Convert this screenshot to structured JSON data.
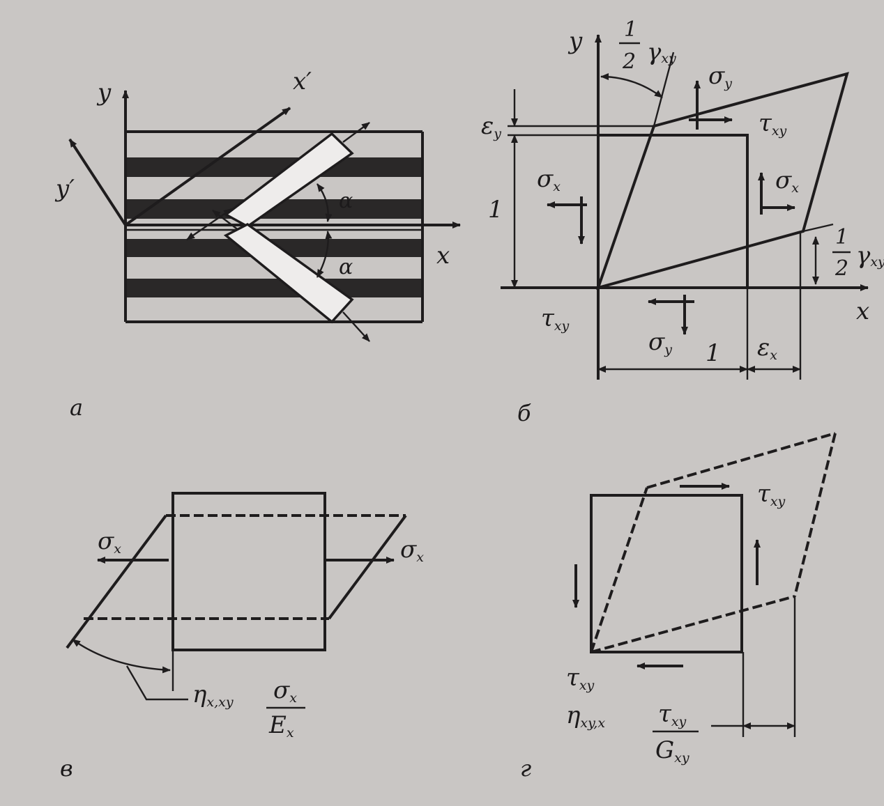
{
  "panels": {
    "a": {
      "caption": "а",
      "axis_y": "y",
      "axis_x": "x",
      "axis_x_prime": "x′",
      "axis_y_prime": "y′",
      "angle_upper": "α",
      "angle_lower": "α"
    },
    "b": {
      "caption": "б",
      "axis_y": "y",
      "axis_x": "x",
      "gamma_frac_num": "1",
      "gamma_frac_den": "2",
      "gamma_main": "γ",
      "gamma_sub": "xy",
      "sigma_y_top_main": "σ",
      "sigma_y_top_sub": "y",
      "tau_top_main": "τ",
      "tau_top_sub": "xy",
      "eps_y_main": "ε",
      "eps_y_sub": "y",
      "sigma_x_left_main": "σ",
      "sigma_x_left_sub": "x",
      "sigma_x_right_main": "σ",
      "sigma_x_right_sub": "x",
      "one_vertical": "1",
      "tau_bottom_main": "τ",
      "tau_bottom_sub": "xy",
      "sigma_y_bottom_main": "σ",
      "sigma_y_bottom_sub": "y",
      "one_horizontal": "1",
      "eps_x_main": "ε",
      "eps_x_sub": "x"
    },
    "c": {
      "caption": "в",
      "sigma_left_main": "σ",
      "sigma_left_sub": "x",
      "sigma_right_main": "σ",
      "sigma_right_sub": "x",
      "eta_main": "η",
      "eta_sub": "x,xy",
      "frac_num_main": "σ",
      "frac_num_sub": "x",
      "frac_den_main": "E",
      "frac_den_sub": "x"
    },
    "d": {
      "caption": "г",
      "tau_top_main": "τ",
      "tau_top_sub": "xy",
      "tau_bottom_main": "τ",
      "tau_bottom_sub": "xy",
      "eta_main": "η",
      "eta_sub": "xy,x",
      "frac_num_main": "τ",
      "frac_num_sub": "xy",
      "frac_den_main": "G",
      "frac_den_sub": "xy"
    }
  },
  "colors": {
    "ink": "#1e1c1d",
    "paper": "#c9c6c4",
    "fiber_band": "#2a2828",
    "strip_fill": "#eeeceb"
  }
}
